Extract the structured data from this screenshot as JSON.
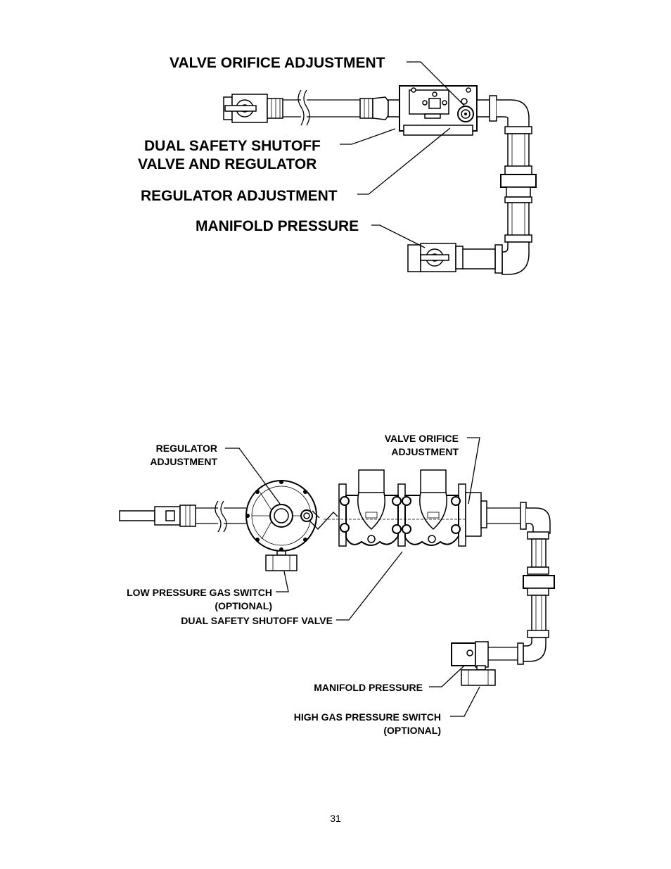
{
  "diagram_top": {
    "labels": {
      "valve_orifice_adjustment": "VALVE ORIFICE ADJUSTMENT",
      "dual_safety_line1": "DUAL SAFETY SHUTOFF",
      "dual_safety_line2": "VALVE AND REGULATOR",
      "regulator_adjustment": "REGULATOR ADJUSTMENT",
      "manifold_pressure": "MANIFOLD PRESSURE"
    }
  },
  "diagram_bottom": {
    "labels": {
      "regulator_adjustment_line1": "REGULATOR",
      "regulator_adjustment_line2": "ADJUSTMENT",
      "valve_orifice_line1": "VALVE ORIFICE",
      "valve_orifice_line2": "ADJUSTMENT",
      "low_pressure_line1": "LOW PRESSURE GAS SWITCH",
      "low_pressure_line2": "(OPTIONAL)",
      "dual_safety_shutoff_valve": "DUAL SAFETY SHUTOFF VALVE",
      "manifold_pressure": "MANIFOLD PRESSURE",
      "high_pressure_line1": "HIGH GAS PRESSURE SWITCH",
      "high_pressure_line2": "(OPTIONAL)"
    }
  },
  "page_number": "31"
}
